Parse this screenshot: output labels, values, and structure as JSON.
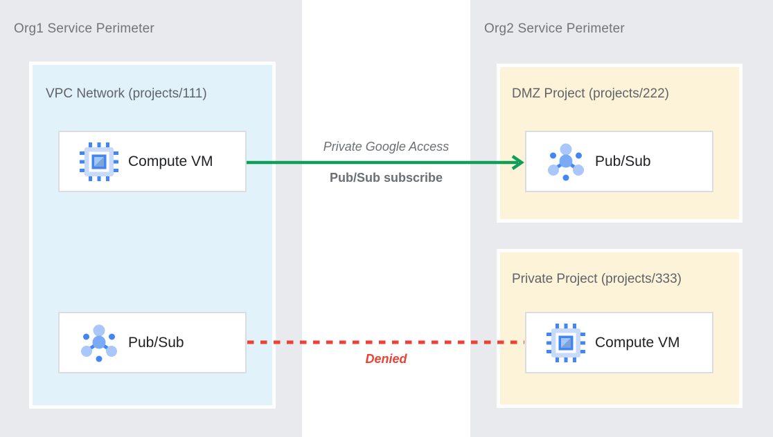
{
  "org1": {
    "title": "Org1 Service Perimeter",
    "vpc": {
      "title": "VPC Network (projects/111)",
      "compute_vm": {
        "label": "Compute VM",
        "icon": "compute-vm-icon"
      },
      "pubsub": {
        "label": "Pub/Sub",
        "icon": "pubsub-icon"
      }
    }
  },
  "org2": {
    "title": "Org2 Service Perimeter",
    "dmz": {
      "title": "DMZ Project (projects/222)",
      "pubsub": {
        "label": "Pub/Sub",
        "icon": "pubsub-icon"
      }
    },
    "private_project": {
      "title": "Private Project (projects/333)",
      "compute_vm": {
        "label": "Compute VM",
        "icon": "compute-vm-icon"
      }
    }
  },
  "flows": {
    "allowed": {
      "title": "Private Google Access",
      "subtitle": "Pub/Sub subscribe",
      "from": "org1-vpc-compute-vm",
      "to": "org2-dmz-pubsub",
      "line_style": "solid-arrow",
      "color": "#0F9D58"
    },
    "denied": {
      "label": "Denied",
      "from": "org1-vpc-pubsub",
      "to": "org2-private-compute-vm",
      "line_style": "dashed",
      "color": "#EA4335"
    }
  },
  "colors": {
    "perimeter_background": "#E8EAED",
    "vpc_background": "#E1F2FB",
    "project_background": "#FCF3D9",
    "node_background": "#FFFFFF",
    "node_border": "#DADCE0",
    "perimeter_title_text": "#717579",
    "container_title_text": "#5F6368",
    "node_label_text": "#202124",
    "flow_label_text": "#6B6F72",
    "allowed_green": "#0F9D58",
    "denied_red": "#EA4335"
  }
}
